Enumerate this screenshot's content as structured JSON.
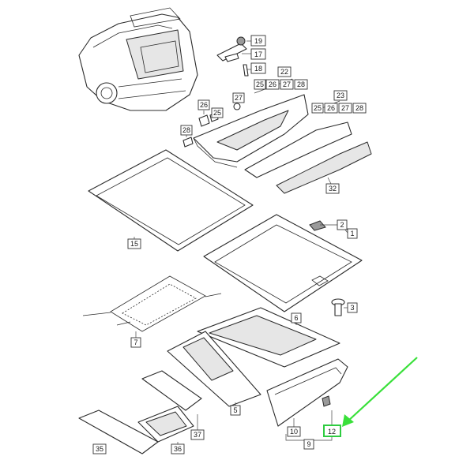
{
  "labels": {
    "l1": "1",
    "l2": "2",
    "l3": "3",
    "l5": "5",
    "l6": "6",
    "l7": "7",
    "l9": "9",
    "l10": "10",
    "l12": "12",
    "l15": "15",
    "l17": "17",
    "l18": "18",
    "l19": "19",
    "l22": "22",
    "l23": "23",
    "l25a": "25",
    "l25b": "25",
    "l25c": "25",
    "l26a": "26",
    "l26b": "26",
    "l26c": "26",
    "l27a": "27",
    "l27b": "27",
    "l27c": "27",
    "l28a": "28",
    "l28b": "28",
    "l28c": "28",
    "l32": "32",
    "l35": "35",
    "l36": "36",
    "l37": "37"
  },
  "colors": {
    "highlight": "#2ecc40",
    "arrow": "#39e03a",
    "line": "#2b2b2b"
  }
}
